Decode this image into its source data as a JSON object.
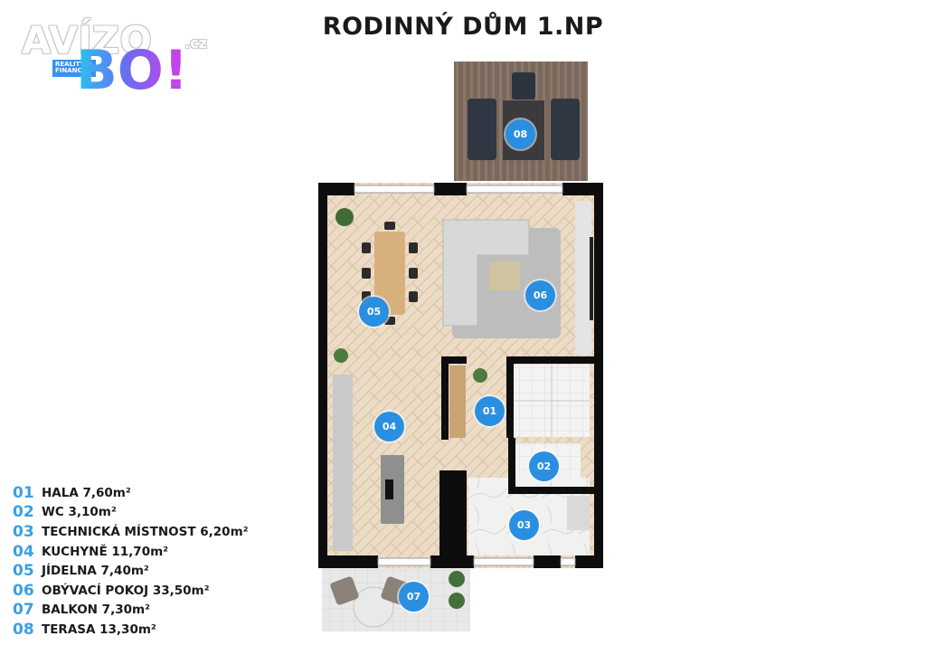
{
  "title": "RODINNÝ DŮM 1.NP",
  "logo": {
    "word": "AVÍZO",
    "tld": ".cz",
    "mark": "BO!",
    "tagline": "REALITY & FINANCE"
  },
  "rooms": [
    {
      "num": "01",
      "label": "HALA 7,60m²"
    },
    {
      "num": "02",
      "label": "WC 3,10m²"
    },
    {
      "num": "03",
      "label": "TECHNICKÁ MÍSTNOST 6,20m²"
    },
    {
      "num": "04",
      "label": "KUCHYNĚ 11,70m²"
    },
    {
      "num": "05",
      "label": "JÍDELNA 7,40m²"
    },
    {
      "num": "06",
      "label": "OBÝVACÍ POKOJ 33,50m²"
    },
    {
      "num": "07",
      "label": "BALKON 7,30m²"
    },
    {
      "num": "08",
      "label": "TERASA 13,30m²"
    }
  ],
  "colors": {
    "badge": "#2a8fe0",
    "legend_number": "#3aa0e0",
    "wall": "#0d0d0d",
    "floor_wood": "#ead8c0",
    "terrace_wood": "#7c6a5e"
  }
}
